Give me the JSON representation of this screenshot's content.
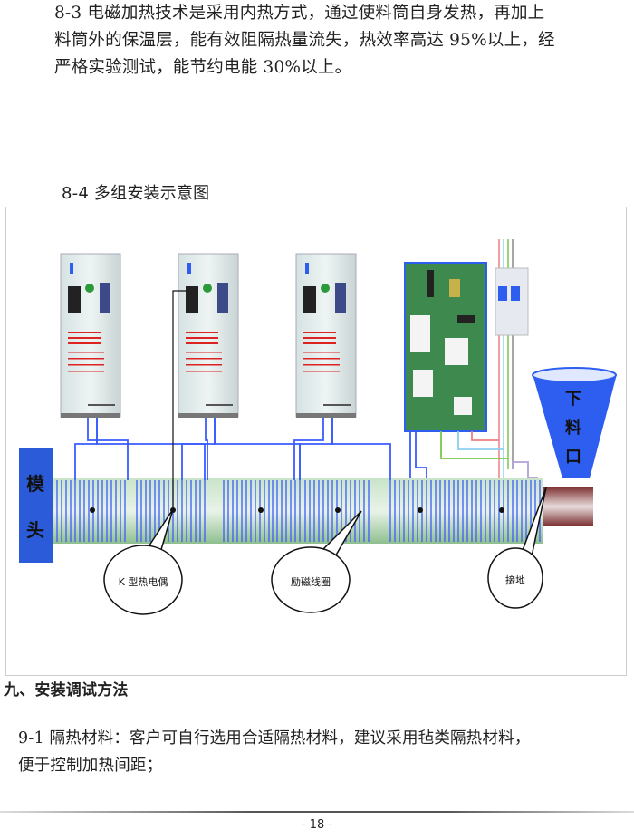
{
  "section_8_3": {
    "lines": [
      "8-3 电磁加热技术是采用内热方式，通过使料筒自身发热，再加上",
      "料筒外的保温层，能有效阻隔热量流失，热效率高达 95%以上，经",
      "严格实验测试，能节约电能 30%以上。"
    ]
  },
  "section_8_4": {
    "caption": "8-4 多组安装示意图",
    "diagram": {
      "mold_head_label": [
        "模",
        "头"
      ],
      "hopper_label": [
        "下",
        "料",
        "口"
      ],
      "callouts": {
        "thermocouple": "K 型热电偶",
        "coil": "励磁线圈",
        "ground": "接地"
      },
      "colors": {
        "wire": "#3a5cff",
        "barrel": "#9ccc9c",
        "mold_head": "#2b5bd8",
        "hopper": "#2d5ef0",
        "pipe": "#8a3a3a"
      }
    }
  },
  "section_9": {
    "heading": "九、安装调试方法",
    "para_9_1": [
      "9-1 隔热材料：客户可自行选用合适隔热材料，建议采用毡类隔热材料，",
      "便于控制加热间距；"
    ]
  },
  "footer": {
    "page_number": "- 18 -"
  }
}
